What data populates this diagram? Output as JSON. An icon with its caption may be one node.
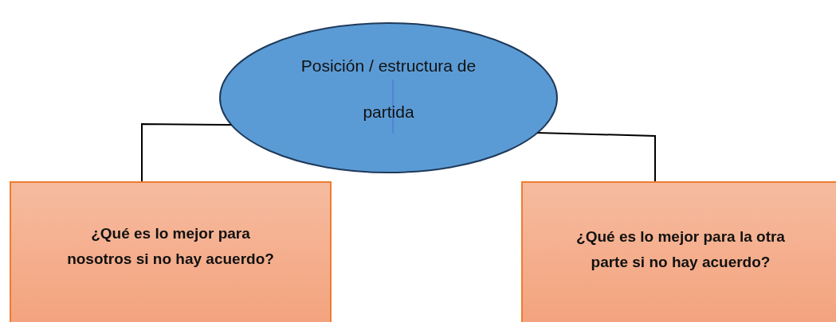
{
  "diagram": {
    "nodes": [
      {
        "text": [
          "Posición / estructura de partida"
        ]
      },
      {
        "text": [
          "¿Qué es lo mejor para nosotros si no hay acuerdo?"
        ]
      },
      {
        "text": [
          "¿Qué es lo mejor para la otra parte si no hay acuerdo?"
        ]
      }
    ],
    "edges": [
      {
        "from": 0,
        "to": 1,
        "arrow": "none"
      },
      {
        "from": 0,
        "to": 2,
        "arrow": "none"
      }
    ]
  }
}
